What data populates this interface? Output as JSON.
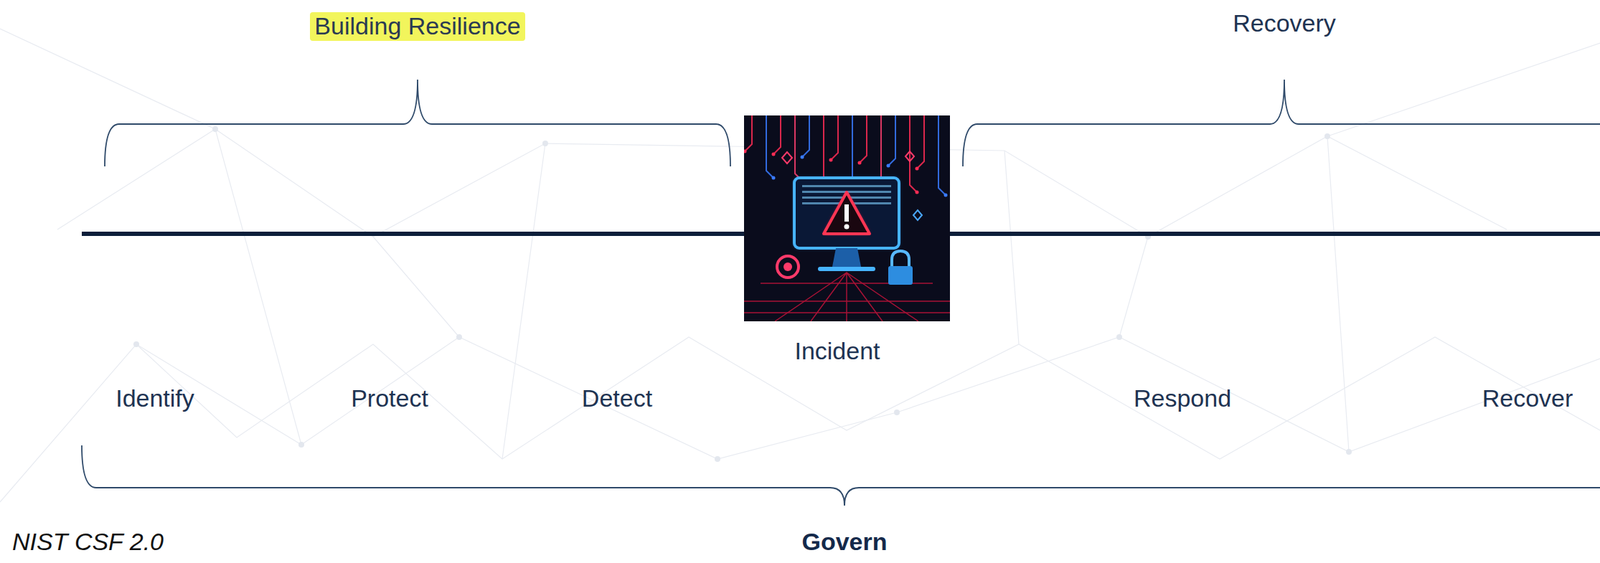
{
  "diagram": {
    "labels": [
      "Building Resilience",
      "Recovery",
      "Incident",
      "Identify",
      "Protect",
      "Detect",
      "Respond",
      "Recover",
      "Govern",
      "NIST CSF 2.0"
    ]
  }
}
